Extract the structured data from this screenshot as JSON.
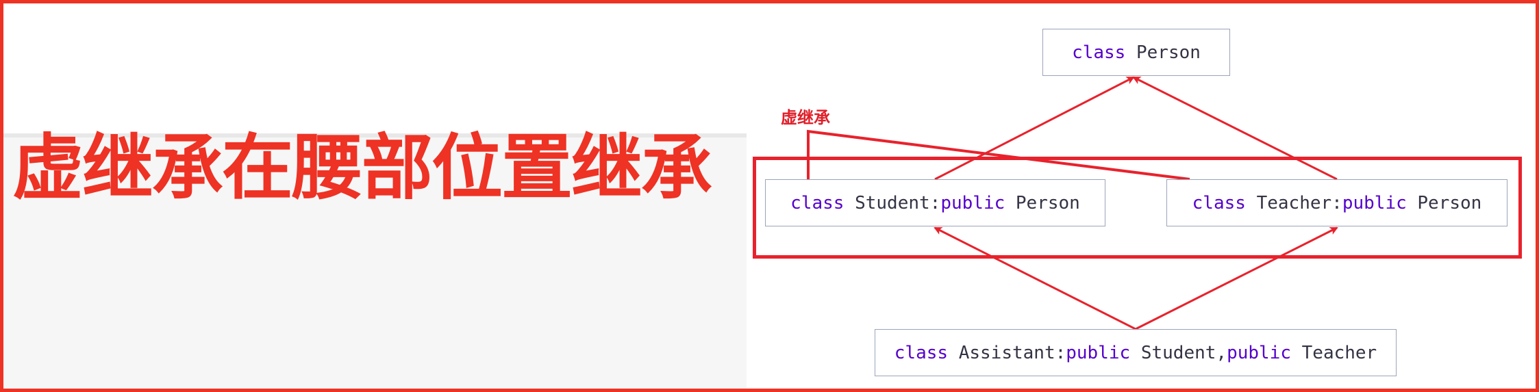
{
  "title": "虚继承在腰部位置继承",
  "diagram": {
    "annotation": "虚继承",
    "classes": {
      "person": [
        {
          "text": "class",
          "kw": true
        },
        {
          "text": " Person",
          "kw": false
        }
      ],
      "student": [
        {
          "text": "class",
          "kw": true
        },
        {
          "text": " Student:",
          "kw": false
        },
        {
          "text": "public",
          "kw": true
        },
        {
          "text": " Person",
          "kw": false
        }
      ],
      "teacher": [
        {
          "text": "class",
          "kw": true
        },
        {
          "text": " Teacher:",
          "kw": false
        },
        {
          "text": "public",
          "kw": true
        },
        {
          "text": " Person",
          "kw": false
        }
      ],
      "assistant": [
        {
          "text": "class",
          "kw": true
        },
        {
          "text": " Assistant:",
          "kw": false
        },
        {
          "text": "public",
          "kw": true
        },
        {
          "text": " Student,",
          "kw": false
        },
        {
          "text": "public",
          "kw": true
        },
        {
          "text": " Teacher",
          "kw": false
        }
      ]
    },
    "edges": [
      {
        "from": "student",
        "to": "person"
      },
      {
        "from": "teacher",
        "to": "person"
      },
      {
        "from": "assistant",
        "to": "student"
      },
      {
        "from": "assistant",
        "to": "teacher"
      }
    ]
  },
  "colors": {
    "accent": "#ee3224",
    "keyword": "#5500cc",
    "text": "#333344",
    "box_border": "#9aa4b8"
  }
}
